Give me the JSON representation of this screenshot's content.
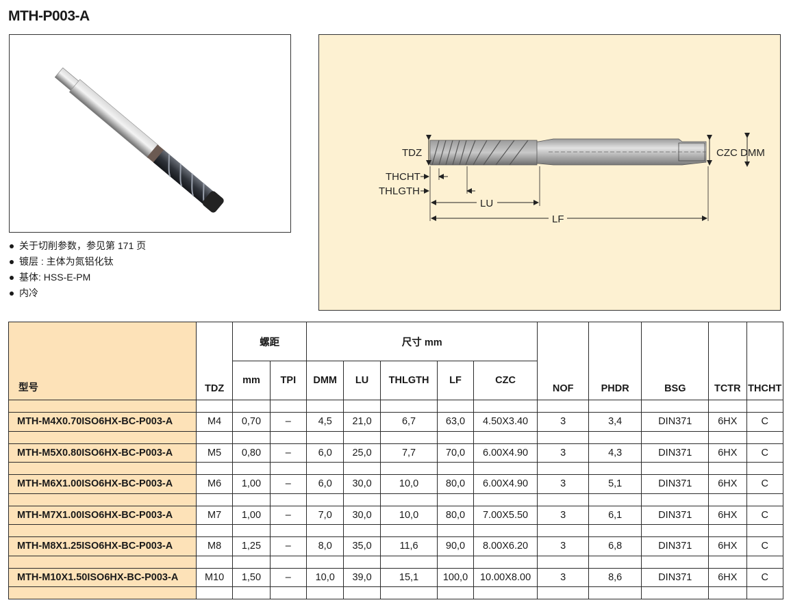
{
  "title": "MTH-P003-A",
  "bullets": [
    "关于切削参数，参见第 171 页",
    "镀层 : 主体为氮铝化钛",
    "基体: HSS-E-PM",
    "内冷"
  ],
  "diagram": {
    "labels": {
      "tdz": "TDZ",
      "thcht": "THCHT",
      "thlgth": "THLGTH",
      "lu": "LU",
      "lf": "LF",
      "czc": "CZC",
      "dmm": "DMM"
    }
  },
  "table": {
    "headers": {
      "model": "型号",
      "tdz": "TDZ",
      "pitch_group": "螺距",
      "size_group": "尺寸 mm",
      "mm": "mm",
      "tpi": "TPI",
      "dmm": "DMM",
      "lu": "LU",
      "thlgth": "THLGTH",
      "lf": "LF",
      "czc": "CZC",
      "nof": "NOF",
      "phdr": "PHDR",
      "bsg": "BSG",
      "tctr": "TCTR",
      "thcht": "THCHT"
    },
    "rows": [
      {
        "model": "MTH-M4X0.70ISO6HX-BC-P003-A",
        "tdz": "M4",
        "mm": "0,70",
        "tpi": "–",
        "dmm": "4,5",
        "lu": "21,0",
        "thlgth": "6,7",
        "lf": "63,0",
        "czc": "4.50X3.40",
        "nof": "3",
        "phdr": "3,4",
        "bsg": "DIN371",
        "tctr": "6HX",
        "thcht": "C"
      },
      {
        "model": "MTH-M5X0.80ISO6HX-BC-P003-A",
        "tdz": "M5",
        "mm": "0,80",
        "tpi": "–",
        "dmm": "6,0",
        "lu": "25,0",
        "thlgth": "7,7",
        "lf": "70,0",
        "czc": "6.00X4.90",
        "nof": "3",
        "phdr": "4,3",
        "bsg": "DIN371",
        "tctr": "6HX",
        "thcht": "C"
      },
      {
        "model": "MTH-M6X1.00ISO6HX-BC-P003-A",
        "tdz": "M6",
        "mm": "1,00",
        "tpi": "–",
        "dmm": "6,0",
        "lu": "30,0",
        "thlgth": "10,0",
        "lf": "80,0",
        "czc": "6.00X4.90",
        "nof": "3",
        "phdr": "5,1",
        "bsg": "DIN371",
        "tctr": "6HX",
        "thcht": "C"
      },
      {
        "model": "MTH-M7X1.00ISO6HX-BC-P003-A",
        "tdz": "M7",
        "mm": "1,00",
        "tpi": "–",
        "dmm": "7,0",
        "lu": "30,0",
        "thlgth": "10,0",
        "lf": "80,0",
        "czc": "7.00X5.50",
        "nof": "3",
        "phdr": "6,1",
        "bsg": "DIN371",
        "tctr": "6HX",
        "thcht": "C"
      },
      {
        "model": "MTH-M8X1.25ISO6HX-BC-P003-A",
        "tdz": "M8",
        "mm": "1,25",
        "tpi": "–",
        "dmm": "8,0",
        "lu": "35,0",
        "thlgth": "11,6",
        "lf": "90,0",
        "czc": "8.00X6.20",
        "nof": "3",
        "phdr": "6,8",
        "bsg": "DIN371",
        "tctr": "6HX",
        "thcht": "C"
      },
      {
        "model": "MTH-M10X1.50ISO6HX-BC-P003-A",
        "tdz": "M10",
        "mm": "1,50",
        "tpi": "–",
        "dmm": "10,0",
        "lu": "39,0",
        "thlgth": "15,1",
        "lf": "100,0",
        "czc": "10.00X8.00",
        "nof": "3",
        "phdr": "8,6",
        "bsg": "DIN371",
        "tctr": "6HX",
        "thcht": "C"
      }
    ]
  },
  "colors": {
    "model_column": "#fde2b8",
    "diagram_bg": "#fdf1d2"
  }
}
